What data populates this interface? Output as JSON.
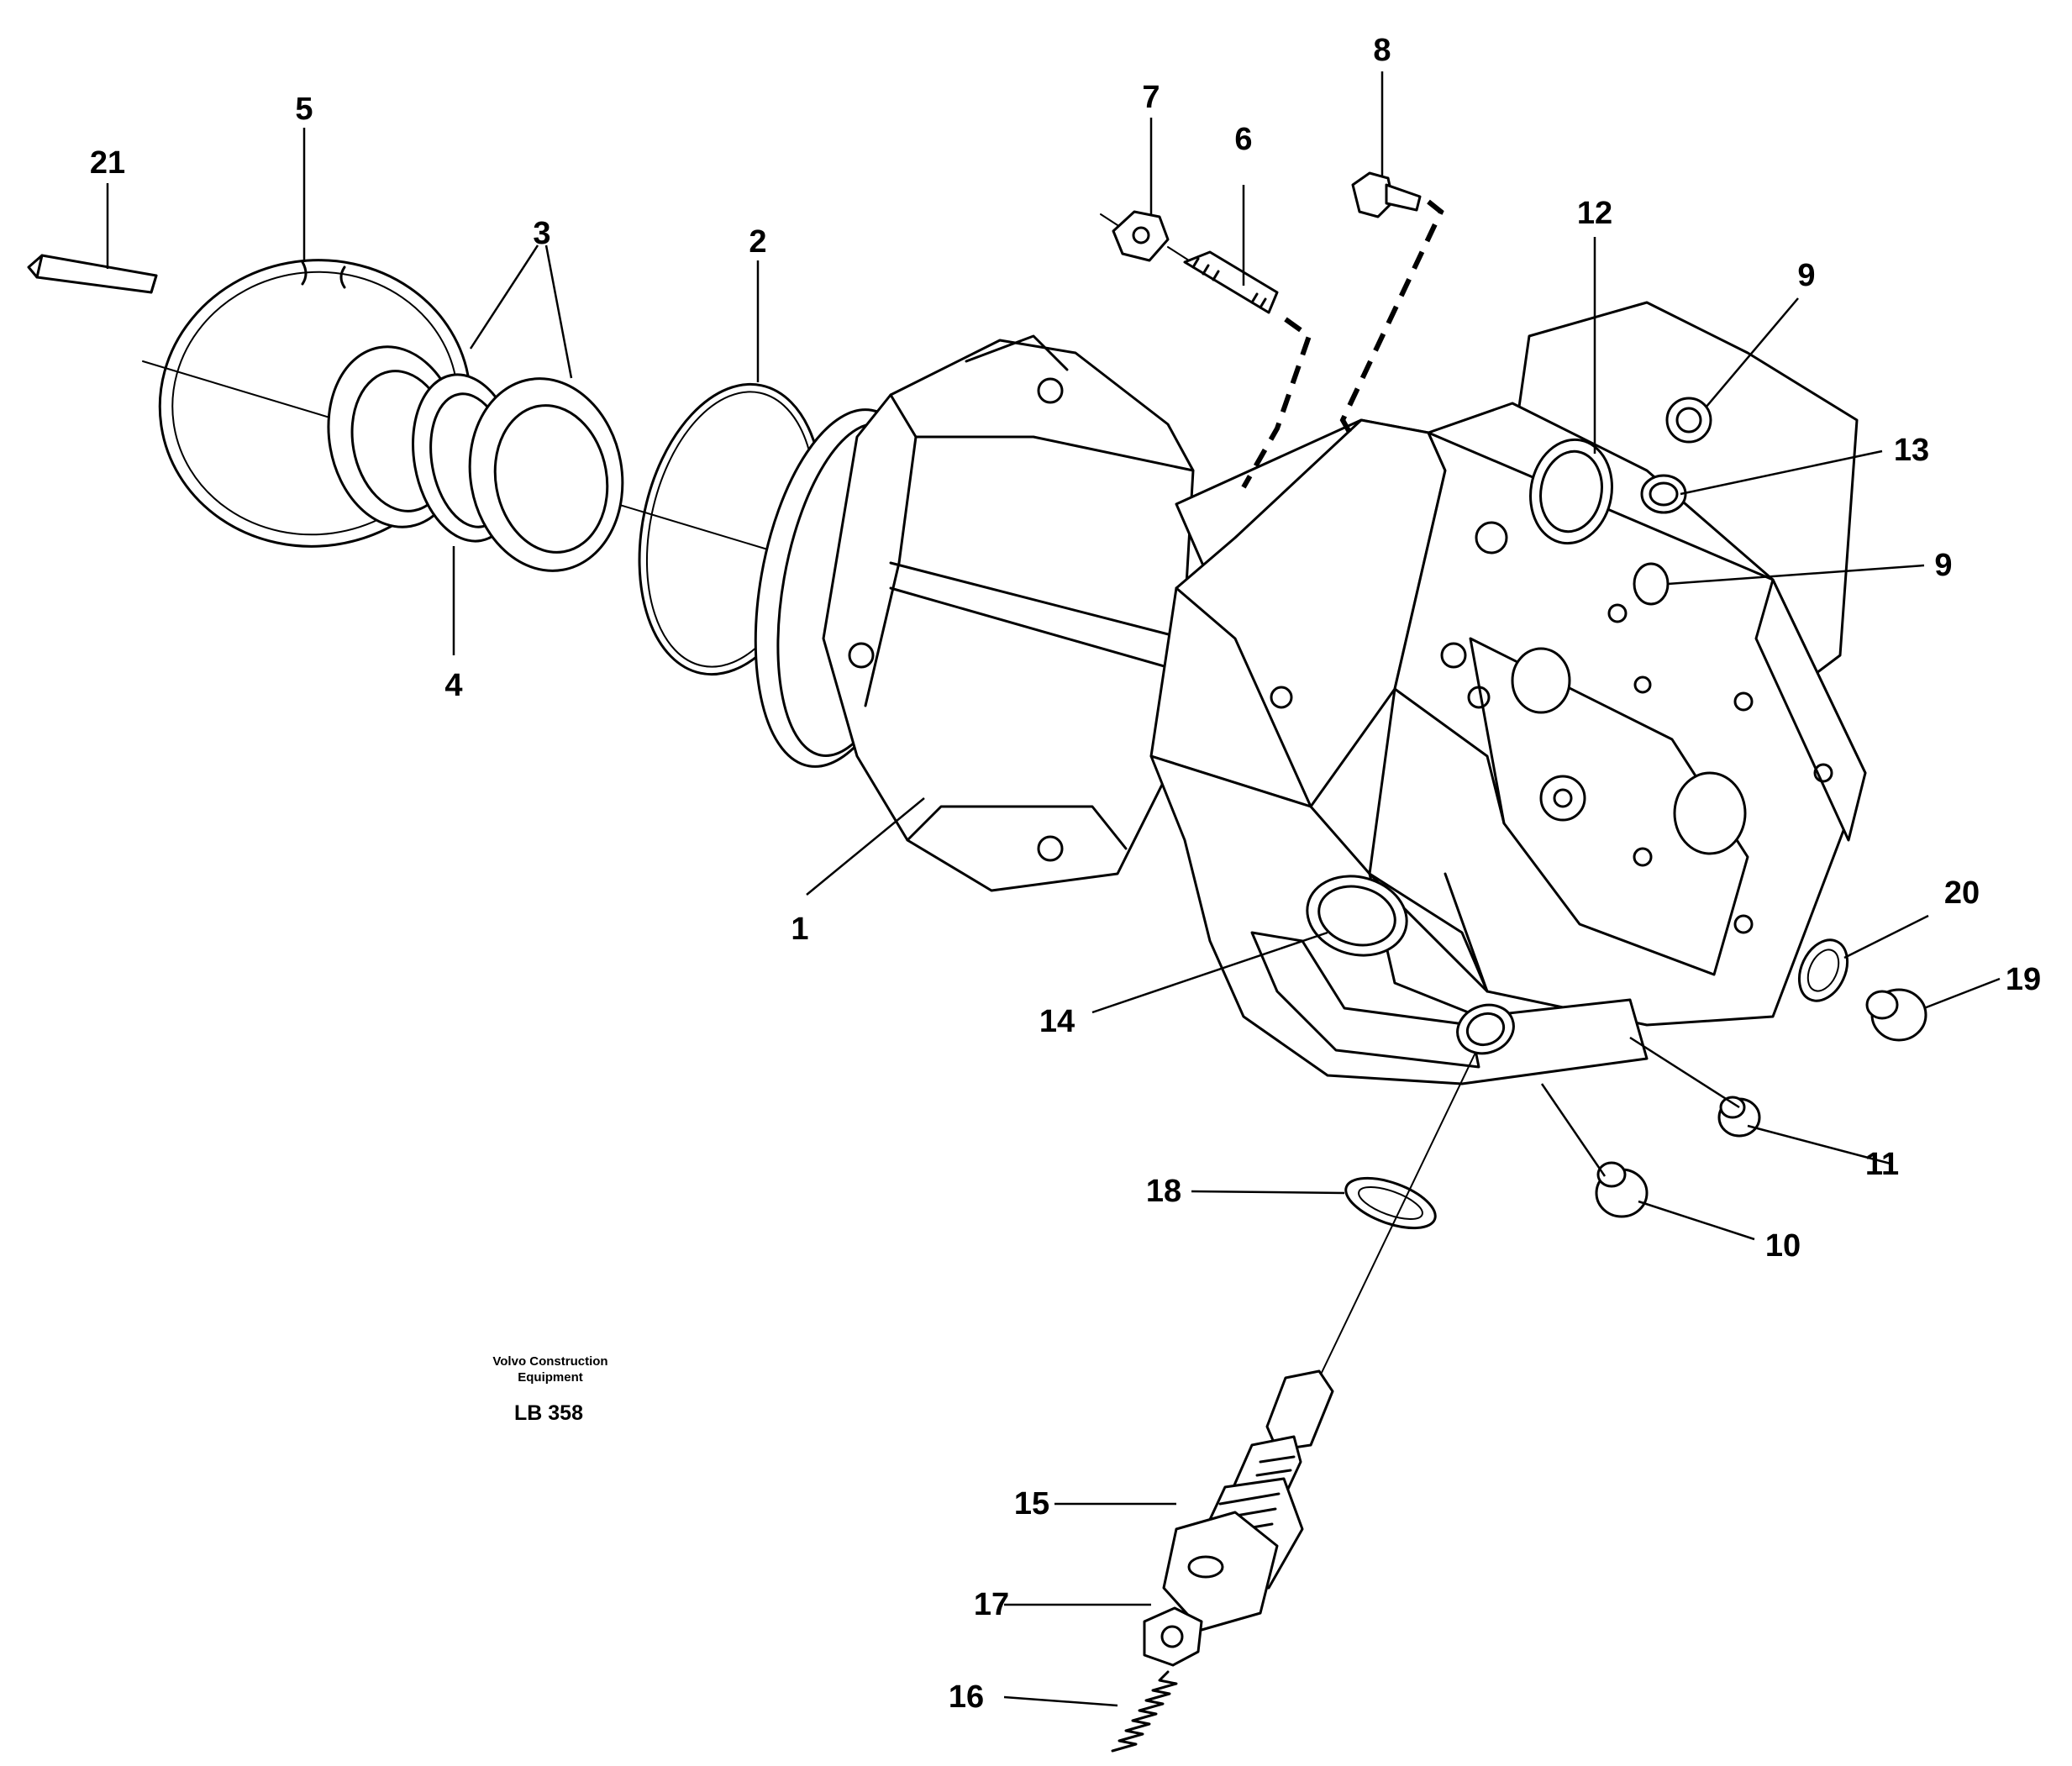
{
  "callouts": [
    "1",
    "2",
    "3",
    "4",
    "5",
    "6",
    "7",
    "8",
    "9",
    "9",
    "10",
    "11",
    "12",
    "13",
    "14",
    "15",
    "16",
    "17",
    "18",
    "19",
    "20",
    "21"
  ],
  "credit": {
    "line1": "Volvo Construction",
    "line2": "Equipment",
    "code": "LB 358"
  }
}
